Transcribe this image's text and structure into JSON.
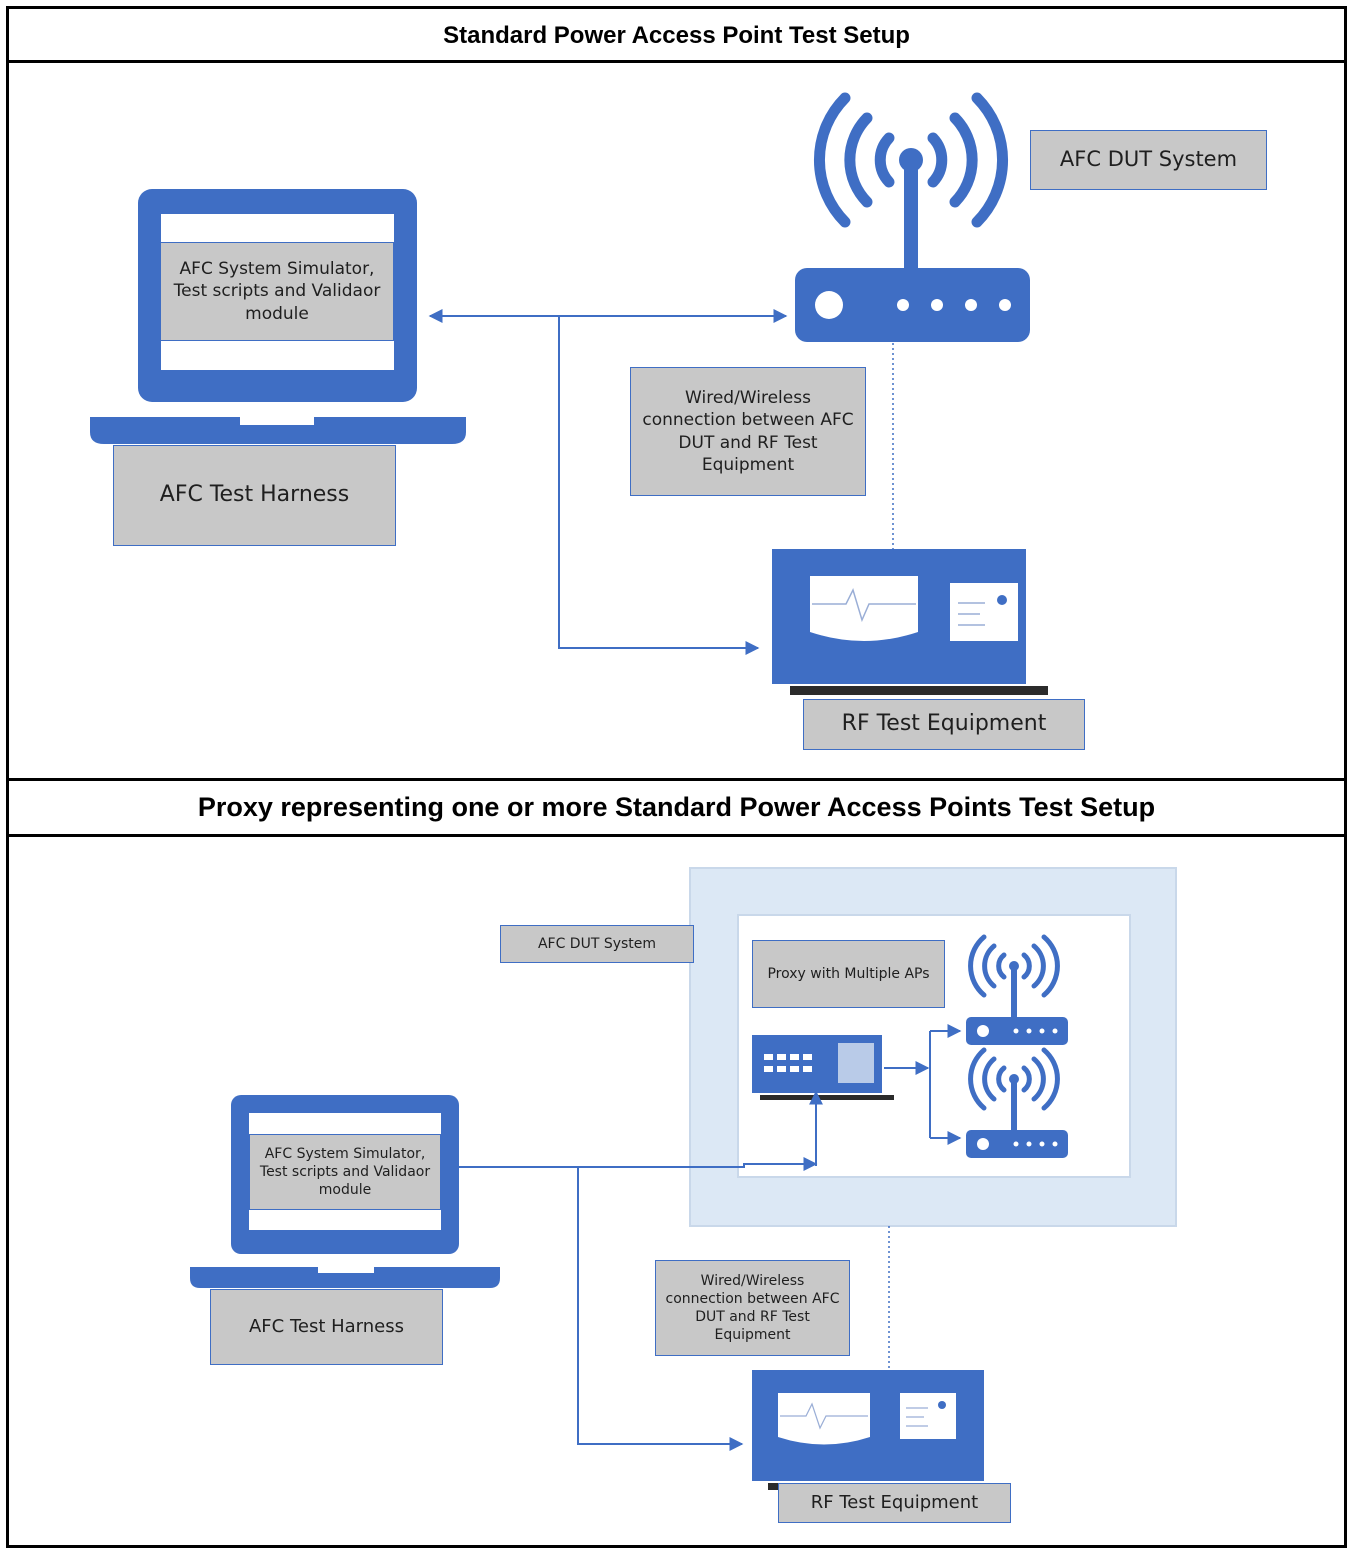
{
  "headings": {
    "top": "Standard Power Access Point Test Setup",
    "bottom": "Proxy representing one or more Standard Power Access Points Test Setup"
  },
  "top_panel": {
    "dut_label": "AFC DUT System",
    "laptop_screen_text": "AFC System Simulator, Test scripts and Validaor module",
    "harness_label": "AFC Test Harness",
    "connection_note": "Wired/Wireless connection between AFC DUT and RF Test Equipment",
    "rf_label": "RF Test Equipment"
  },
  "bottom_panel": {
    "dut_label": "AFC DUT System",
    "proxy_label": "Proxy with Multiple APs",
    "laptop_screen_text": "AFC System Simulator, Test scripts and Validaor module",
    "harness_label": "AFC Test Harness",
    "connection_note": "Wired/Wireless connection between AFC DUT and RF Test Equipment",
    "rf_label": "RF Test Equipment"
  },
  "colors": {
    "icon_blue": "#3f6ec4",
    "label_gray": "#c8c8c8",
    "proxy_frame": "#dce8f5"
  },
  "icons": [
    "laptop-icon",
    "wifi-router-icon",
    "rf-test-equipment-icon",
    "network-switch-icon",
    "arrow-icon"
  ]
}
